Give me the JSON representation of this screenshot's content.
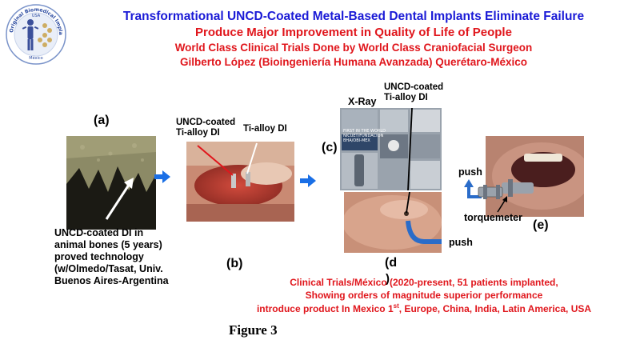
{
  "logo": {
    "arc_text": "Original Biomedical Implants",
    "top_text": "USA",
    "bottom_text": "México"
  },
  "header": {
    "title_line1": "Transformational UNCD-Coated Metal-Based Dental Implants Eliminate Failure",
    "title_line2": "Produce Major Improvement in Quality of Life of People",
    "title_line3": "World Class Clinical Trials Done by World Class Craniofacial Surgeon",
    "title_line4": "Gilberto López (Bioingeniería Humana Avanzada) Querétaro-México"
  },
  "panel_a": {
    "letter": "(a)",
    "caption_lines": [
      "UNCD-coated DI in",
      "animal bones (5 years)",
      "proved  technology",
      "(w/Olmedo/Tasat, Univ.",
      "Buenos Aires-Argentina"
    ]
  },
  "panel_b": {
    "letter": "(b)",
    "label_uncd_line1": "UNCD-coated",
    "label_uncd_line2": "Ti-alloy DI",
    "label_ti": "Ti-alloy DI"
  },
  "panel_c": {
    "letter": "(c)",
    "xray": "X-Ray",
    "label_uncd_line1": "UNCD-coated",
    "label_uncd_line2": "Ti-alloy DI",
    "inset_text1": "FIRST IN THE WORLD",
    "inset_text2": "NICUET/FUNDACION",
    "inset_text3": "BHA/OBI-MEX"
  },
  "panel_d": {
    "letter": "(d",
    "letter_paren": ")",
    "push": "push"
  },
  "panel_e": {
    "letter": "(e)",
    "push": "push",
    "torquemeter": "torquemeter"
  },
  "footer": {
    "line1": "Clinical Trials/México (2020-present, 51 patients implanted,",
    "line2": "Showing orders of magnitude superior performance",
    "line3_a": "introduce product In Mexico 1",
    "line3_sup": "st",
    "line3_b": ", Europe, China, India, Latin America, USA"
  },
  "figure_label": "Figure 3",
  "colors": {
    "title_blue": "#1a1ad6",
    "title_red": "#e0161c",
    "arrow_blue": "#1a6fe6"
  }
}
